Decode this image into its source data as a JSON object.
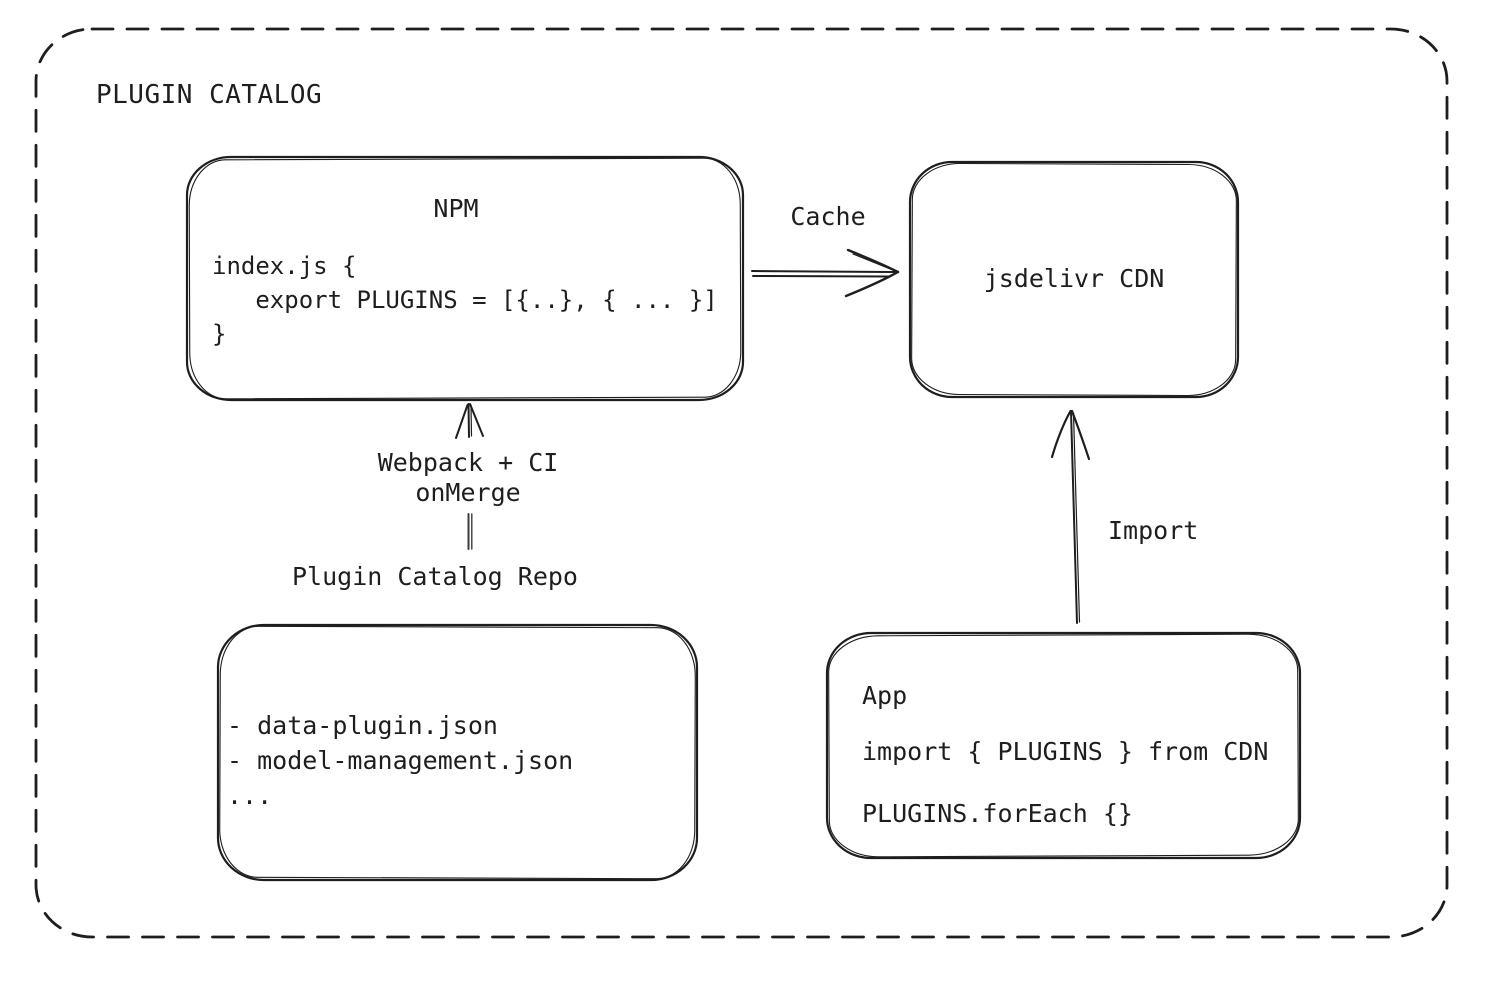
{
  "diagram": {
    "title": "PLUGIN CATALOG",
    "colors": {
      "stroke": "#1e1e1e",
      "background": "#ffffff"
    }
  },
  "nodes": {
    "npm": {
      "title": "NPM",
      "code": {
        "line1": "index.js {",
        "line2": "   export PLUGINS = [{..}, { ... }]",
        "line3": "}"
      }
    },
    "cdn": {
      "label": "jsdelivr CDN"
    },
    "repo": {
      "label": "Plugin Catalog Repo",
      "items": {
        "item1": "- data-plugin.json",
        "item2": "- model-management.json",
        "item3": "..."
      }
    },
    "app": {
      "title": "App",
      "code": {
        "line1": "import { PLUGINS } from CDN",
        "line2": "PLUGINS.forEach {}"
      }
    }
  },
  "edges": {
    "cache": {
      "label": "Cache"
    },
    "webpack": {
      "label_line1": "Webpack + CI",
      "label_line2": "onMerge"
    },
    "import": {
      "label": "Import"
    }
  }
}
